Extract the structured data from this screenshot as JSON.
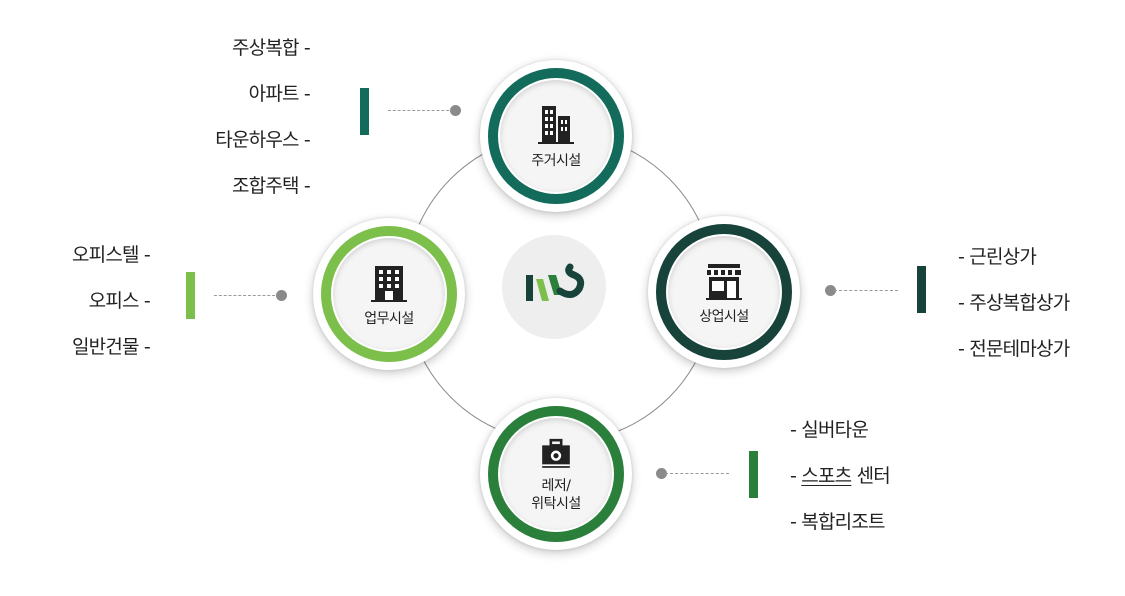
{
  "nodes": {
    "residential": {
      "label": "주거시설",
      "icon": "apartment-building-icon",
      "color": "#136b5b"
    },
    "business": {
      "label": "업무시설",
      "icon": "office-building-icon",
      "color": "#7cc04b"
    },
    "commercial": {
      "label": "상업시설",
      "icon": "storefront-icon",
      "color": "#17433a"
    },
    "leisure": {
      "label_line1": "레저/",
      "label_line2": "위탁시설",
      "icon": "briefcase-icon",
      "color": "#2a7f3b"
    }
  },
  "center": {
    "logo": "company-logo"
  },
  "lists": {
    "residential": [
      "주상복합 -",
      "아파트 -",
      "타운하우스 -",
      "조합주택 -"
    ],
    "business": [
      "오피스텔 -",
      "오피스 -",
      "일반건물 -"
    ],
    "commercial": [
      "- 근린상가",
      "- 주상복합상가",
      "- 전문테마상가"
    ],
    "leisure": {
      "item1": "- 실버타운",
      "item2_prefix": "- ",
      "item2_underlined": "스포츠",
      "item2_suffix": " 센터",
      "item3": "- 복합리조트"
    }
  }
}
